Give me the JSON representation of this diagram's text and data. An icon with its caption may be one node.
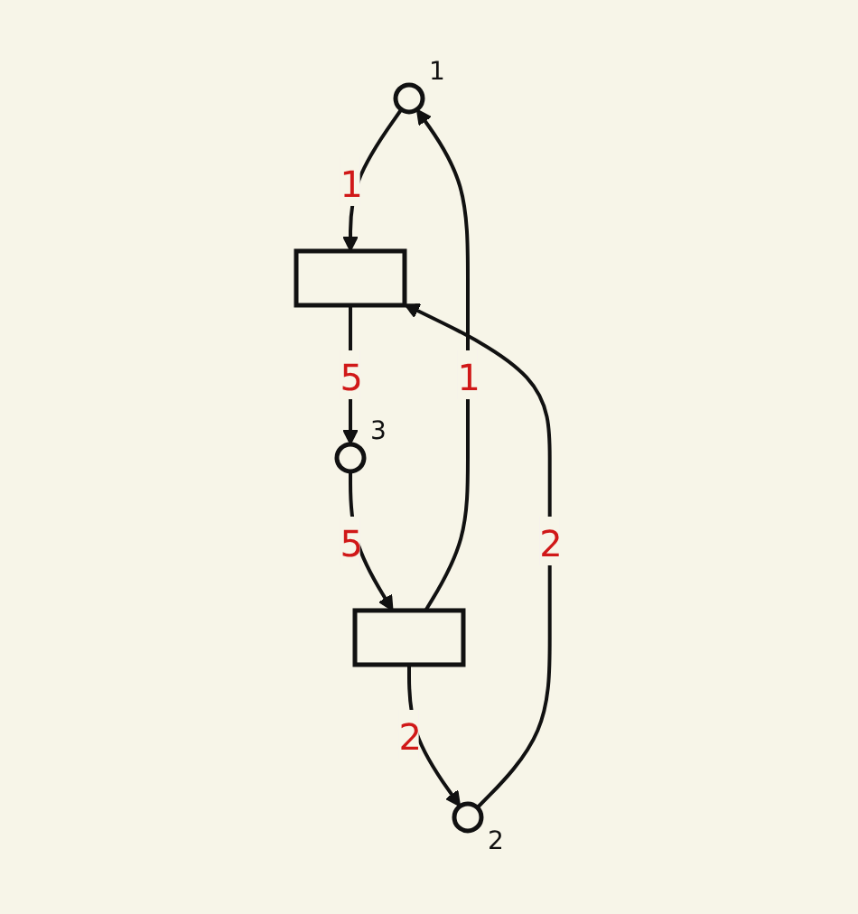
{
  "diagram": {
    "nodes": [
      {
        "text": [],
        "shape": "circle",
        "beside": [
          "1"
        ]
      },
      {
        "text": [],
        "shape": "circle",
        "beside": [
          "2"
        ]
      },
      {
        "text": [],
        "shape": "box"
      },
      {
        "text": [],
        "shape": "circle",
        "beside": [
          "3"
        ]
      },
      {
        "text": [],
        "shape": "box"
      }
    ],
    "edges": [
      {
        "from": 0,
        "to": 2,
        "arrow": "to",
        "label": "1"
      },
      {
        "from": 1,
        "to": 2,
        "arrow": "to",
        "label": "2"
      },
      {
        "from": 2,
        "to": 3,
        "arrow": "to",
        "label": "5"
      },
      {
        "from": 3,
        "to": 4,
        "arrow": "to",
        "label": "5"
      },
      {
        "from": 4,
        "to": 0,
        "arrow": "to",
        "label": "1"
      },
      {
        "from": 4,
        "to": 1,
        "arrow": "to",
        "label": "2"
      }
    ]
  }
}
